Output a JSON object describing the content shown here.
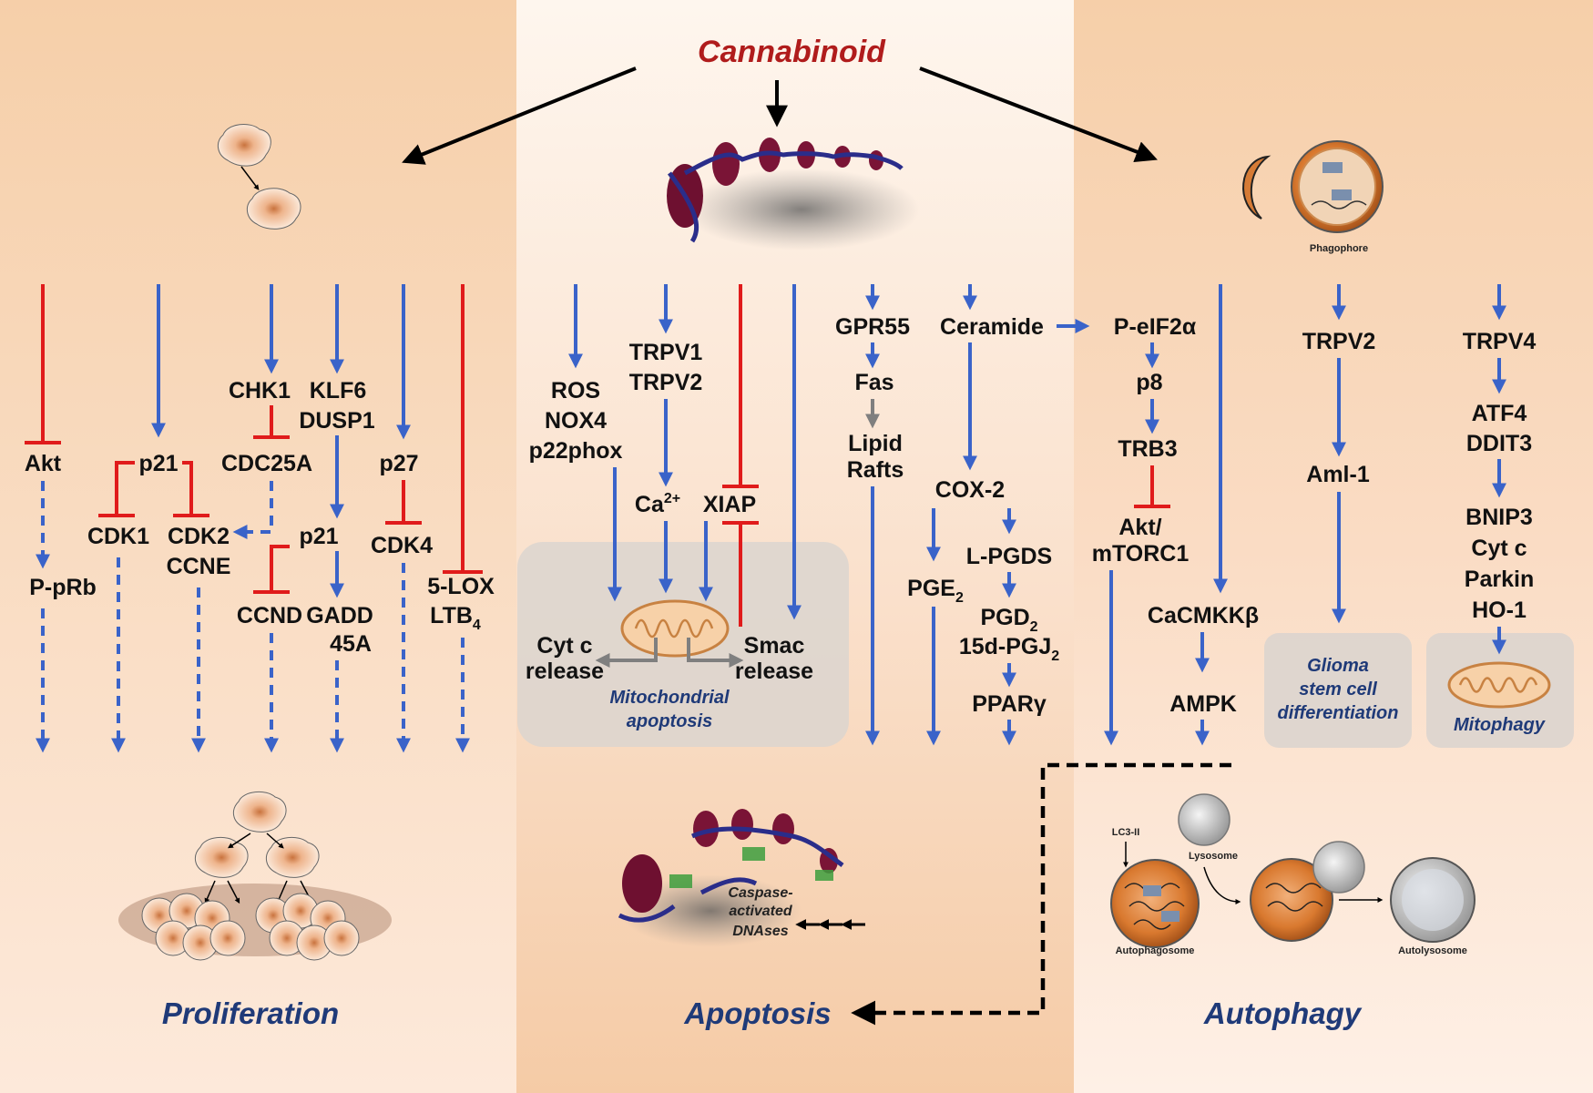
{
  "title": "Cannabinoid",
  "panels": {
    "proliferation": "Proliferation",
    "apoptosis": "Apoptosis",
    "autophagy": "Autophagy"
  },
  "proliferation": {
    "akt": "Akt",
    "p_prb": "P-pRb",
    "p21_left": "p21",
    "cdk1": "CDK1",
    "cdk2": "CDK2",
    "ccne": "CCNE",
    "chk1": "CHK1",
    "cdc25a": "CDC25A",
    "klf6": "KLF6",
    "dusp1": "DUSP1",
    "p21_right": "p21",
    "ccnd": "CCND",
    "gadd": "GADD",
    "gadd_45a": "45A",
    "p27": "p27",
    "cdk4": "CDK4",
    "lox": "5-LOX",
    "ltb": "LTB",
    "ltb_sub": "4"
  },
  "apoptosis": {
    "ros": "ROS",
    "nox4": "NOX4",
    "p22phox": "p22phox",
    "trpv1": "TRPV1",
    "trpv2": "TRPV2",
    "ca": "Ca",
    "ca_sup": "2+",
    "xiap": "XIAP",
    "cytc_1": "Cyt c",
    "cytc_2": "release",
    "smac_1": "Smac",
    "smac_2": "release",
    "mito_1": "Mitochondrial",
    "mito_2": "apoptosis",
    "dnases_1": "Caspase-",
    "dnases_2": "activated",
    "dnases_3": "DNAses",
    "gpr55": "GPR55",
    "fas": "Fas",
    "lipid": "Lipid",
    "rafts": "Rafts",
    "ceramide": "Ceramide",
    "cox2": "COX-2",
    "lpgds": "L-PGDS",
    "pge": "PGE",
    "pge_sub": "2",
    "pgd": "PGD",
    "pgd_sub": "2",
    "pgj": "15d-PGJ",
    "pgj_sub": "2",
    "ppar": "PPARγ"
  },
  "autophagy": {
    "peif2a": "P-eIF2α",
    "p8": "p8",
    "trb3": "TRB3",
    "akt_mtorc_1": "Akt/",
    "akt_mtorc_2": "mTORC1",
    "camkk": "CaCMKKβ",
    "ampk": "AMPK",
    "phagophore": "Phagophore",
    "trpv2": "TRPV2",
    "aml1": "Aml-1",
    "glioma_1": "Glioma",
    "glioma_2": "stem cell",
    "glioma_3": "differentiation",
    "trpv4": "TRPV4",
    "atf4": "ATF4",
    "ddit3": "DDIT3",
    "bnip3": "BNIP3",
    "cytc": "Cyt c",
    "parkin": "Parkin",
    "ho1": "HO-1",
    "mitophagy": "Mitophagy",
    "lc3": "LC3-II",
    "lysosome": "Lysosome",
    "autophagosome": "Autophagosome",
    "autolysosome": "Autolysosome"
  }
}
